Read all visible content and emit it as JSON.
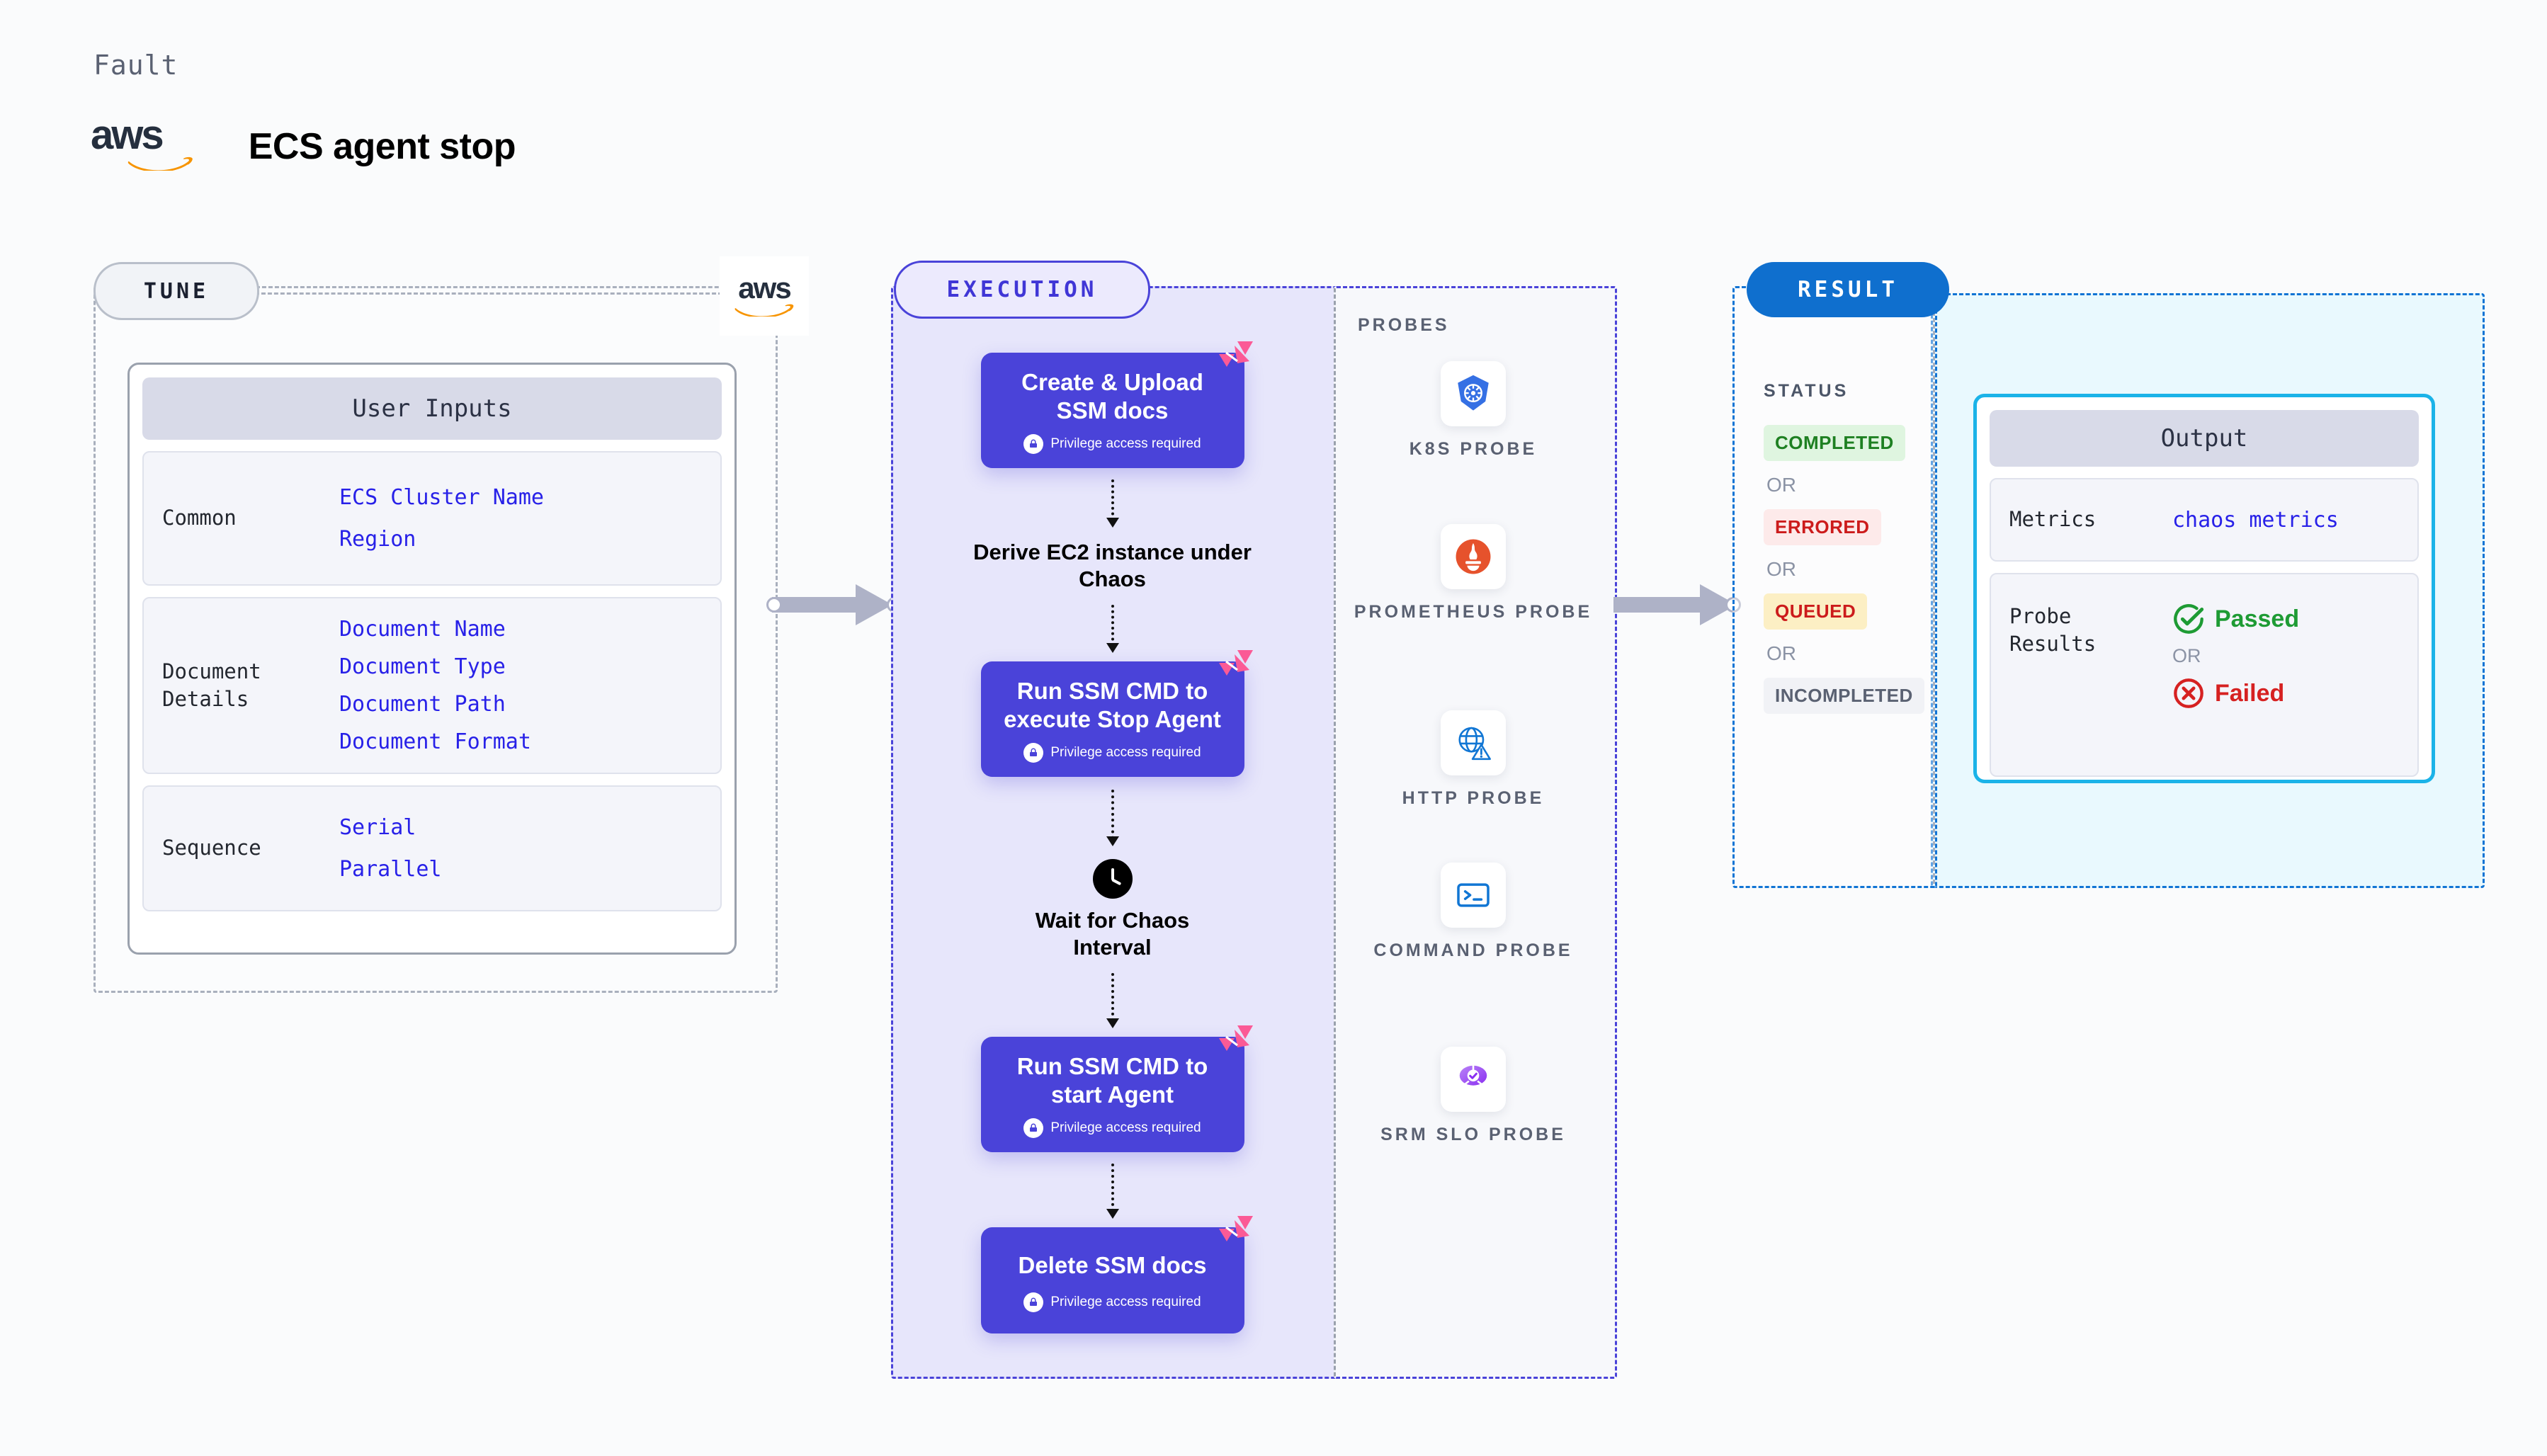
{
  "header": {
    "kicker": "Fault",
    "title": "ECS agent stop",
    "logo": "aws-logo"
  },
  "tune": {
    "pill": "TUNE",
    "logo": "aws-logo",
    "card_title": "User Inputs",
    "groups": [
      {
        "name": "Common",
        "values": [
          "ECS Cluster Name",
          "Region"
        ]
      },
      {
        "name": "Document\nDetails",
        "values": [
          "Document Name",
          "Document Type",
          "Document Path",
          "Document Format"
        ]
      },
      {
        "name": "Sequence",
        "values": [
          "Serial",
          "Parallel"
        ]
      }
    ]
  },
  "execution": {
    "pill": "EXECUTION",
    "privilege_note": "Privilege access required",
    "steps": [
      {
        "kind": "node",
        "label": "Create & Upload SSM docs",
        "privileged": true,
        "badge": "litmus-logo"
      },
      {
        "kind": "plain",
        "label": "Derive EC2 instance under Chaos",
        "icon": ""
      },
      {
        "kind": "node",
        "label": "Run SSM CMD to execute Stop Agent",
        "privileged": true,
        "badge": "litmus-logo"
      },
      {
        "kind": "plain",
        "label": "Wait for Chaos Interval",
        "icon": "clock-icon"
      },
      {
        "kind": "node",
        "label": "Run SSM CMD to start Agent",
        "privileged": true,
        "badge": "litmus-logo"
      },
      {
        "kind": "node",
        "label": "Delete SSM docs",
        "privileged": true,
        "badge": "litmus-logo"
      }
    ]
  },
  "probes": {
    "label": "PROBES",
    "items": [
      {
        "label": "K8S PROBE",
        "icon": "kubernetes-icon"
      },
      {
        "label": "PROMETHEUS PROBE",
        "icon": "prometheus-icon"
      },
      {
        "label": "HTTP PROBE",
        "icon": "http-globe-icon"
      },
      {
        "label": "COMMAND PROBE",
        "icon": "terminal-icon"
      },
      {
        "label": "SRM SLO PROBE",
        "icon": "srm-slo-icon"
      }
    ]
  },
  "result": {
    "pill": "RESULT",
    "status_label": "STATUS",
    "or_label": "OR",
    "statuses": [
      {
        "text": "COMPLETED",
        "bg": "#dff5e0",
        "fg": "#1e8022"
      },
      {
        "text": "ERRORED",
        "bg": "#fdeaea",
        "fg": "#cc1b1b"
      },
      {
        "text": "QUEUED",
        "bg": "#fcefc4",
        "fg": "#cc1b1b"
      },
      {
        "text": "INCOMPLETED",
        "bg": "#f1f2f6",
        "fg": "#5a6172"
      }
    ],
    "output": {
      "title": "Output",
      "metrics_label": "Metrics",
      "metrics_value": "chaos metrics",
      "probe_results_label": "Probe\nResults",
      "passed": "Passed",
      "failed": "Failed",
      "or_label": "OR"
    }
  },
  "colors": {
    "node_blue": "#4a43d9",
    "litmus_pink": "#fb5a96",
    "aws_orange": "#f79400",
    "result_blue": "#0f6fce",
    "output_cyan": "#1bb3e8",
    "pass_green": "#1e9b34",
    "fail_red": "#d62121",
    "input_value_blue": "#2821e8"
  }
}
